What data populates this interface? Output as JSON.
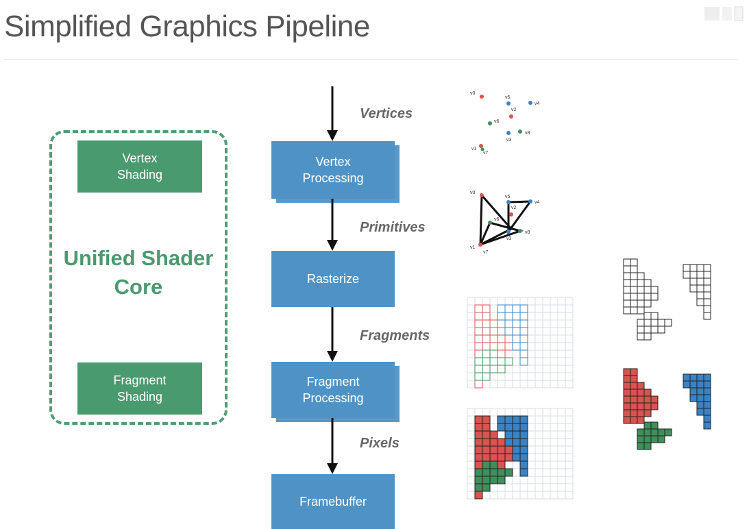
{
  "slide": {
    "title": "Simplified Graphics Pipeline"
  },
  "shader_core": {
    "label": "Unified Shader\nCore",
    "vertex_shading": "Vertex\nShading",
    "fragment_shading": "Fragment\nShading"
  },
  "pipeline": {
    "stages": {
      "vertex_processing": "Vertex\nProcessing",
      "rasterize": "Rasterize",
      "fragment_processing": "Fragment\nProcessing",
      "framebuffer": "Framebuffer"
    },
    "flows": {
      "vertices": "Vertices",
      "primitives": "Primitives",
      "fragments": "Fragments",
      "pixels": "Pixels"
    }
  },
  "vertex_labels": {
    "v0": "v0",
    "v1": "v1",
    "v2": "v2",
    "v3": "v3",
    "v4": "v4",
    "v5": "v5",
    "v6": "v6",
    "v7": "v7",
    "v8": "v8"
  },
  "colors": {
    "shader_green": "#4a9a6f",
    "stage_blue": "#4f93c6",
    "red": "#d9534f",
    "blue": "#3b82c4",
    "green": "#3f8f5a",
    "grid": "#cfd8e3"
  }
}
